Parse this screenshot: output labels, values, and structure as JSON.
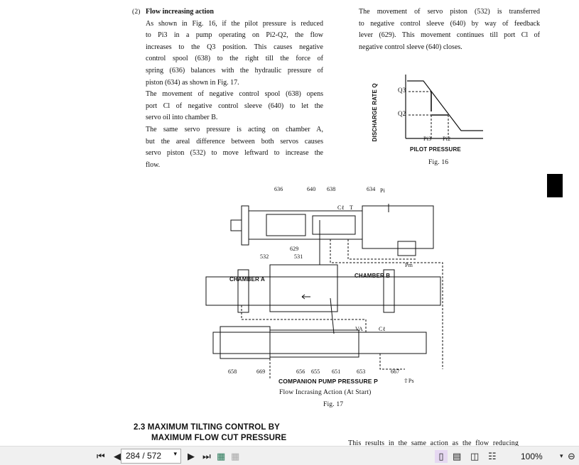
{
  "left_column": {
    "section": "(2)",
    "heading": "Flow increasing action",
    "lines": [
      "As shown in Fig. 16, if the pilot pressure is reduced",
      "to Pi3 in a pump operating on Pi2-Q2, the flow",
      "increases to the Q3 position.  This causes negative",
      "control spool (638) to the right till the force of",
      "spring (636) balances with the hydraulic pressure of",
      "piston (634) as shown in Fig. 17.",
      "The movement of negative control spool (638) opens",
      "port Cl of negative control sleeve (640) to let the",
      "servo oil into chamber B.",
      "The same servo pressure is acting on chamber A,",
      "but the areal difference between both servos causes",
      "servo piston (532) to move leftward to increase the",
      "flow."
    ]
  },
  "right_column": {
    "lines": [
      "The movement of servo piston (532) is transferred",
      "to negative control sleeve (640) by way of feedback",
      "lever (629). This movement continues till port Cl of",
      "negative control sleeve (640) closes."
    ]
  },
  "fig16": {
    "ylabel": "DISCHARGE RATE Q",
    "xlabel": "PILOT PRESSURE",
    "q3": "Q3",
    "q2": "Q2",
    "p3": "Pi3",
    "p2": "Pi2",
    "caption": "Fig. 16"
  },
  "fig17": {
    "labels": {
      "l636": "636",
      "l640": "640",
      "l638": "638",
      "l634": "634",
      "pi": "Pi",
      "cl": "Cℓ",
      "t": "T",
      "l629": "629",
      "l531": "531",
      "l532": "532",
      "chamber_a": "CHAMBER A",
      "chamber_b": "CHAMBER B",
      "pm": "Pm",
      "va": "VA",
      "cl2": "Cℓ",
      "l658": "658",
      "l669": "669",
      "l656": "656",
      "l655": "655",
      "l651": "651",
      "l653": "653",
      "l667": "667",
      "ps": "⇧Ps",
      "companion": "COMPANION PUMP PRESSURE P"
    },
    "title": "Flow Incrasing Action (At Start)",
    "caption": "Fig. 17"
  },
  "section_heading": [
    "2.3 MAXIMUM TILTING CONTROL BY",
    "MAXIMUM FLOW CUT PRESSURE"
  ],
  "right_bottom_line": "This results in the same action as the flow reducing",
  "toolbar": {
    "page": "284 / 572",
    "zoom": "100%"
  }
}
